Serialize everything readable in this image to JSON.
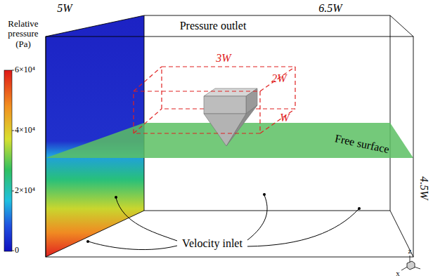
{
  "diagram": {
    "labels": [
      "5W",
      "6.5W",
      "Pressure outlet",
      "3W",
      "2W",
      "W",
      "Free surface",
      "4.5W",
      "Relative pressure (Pa)",
      "6×10⁴",
      "4×10⁴",
      "2×10⁴",
      "0",
      "Velocity inlet",
      "z",
      "x"
    ]
  }
}
